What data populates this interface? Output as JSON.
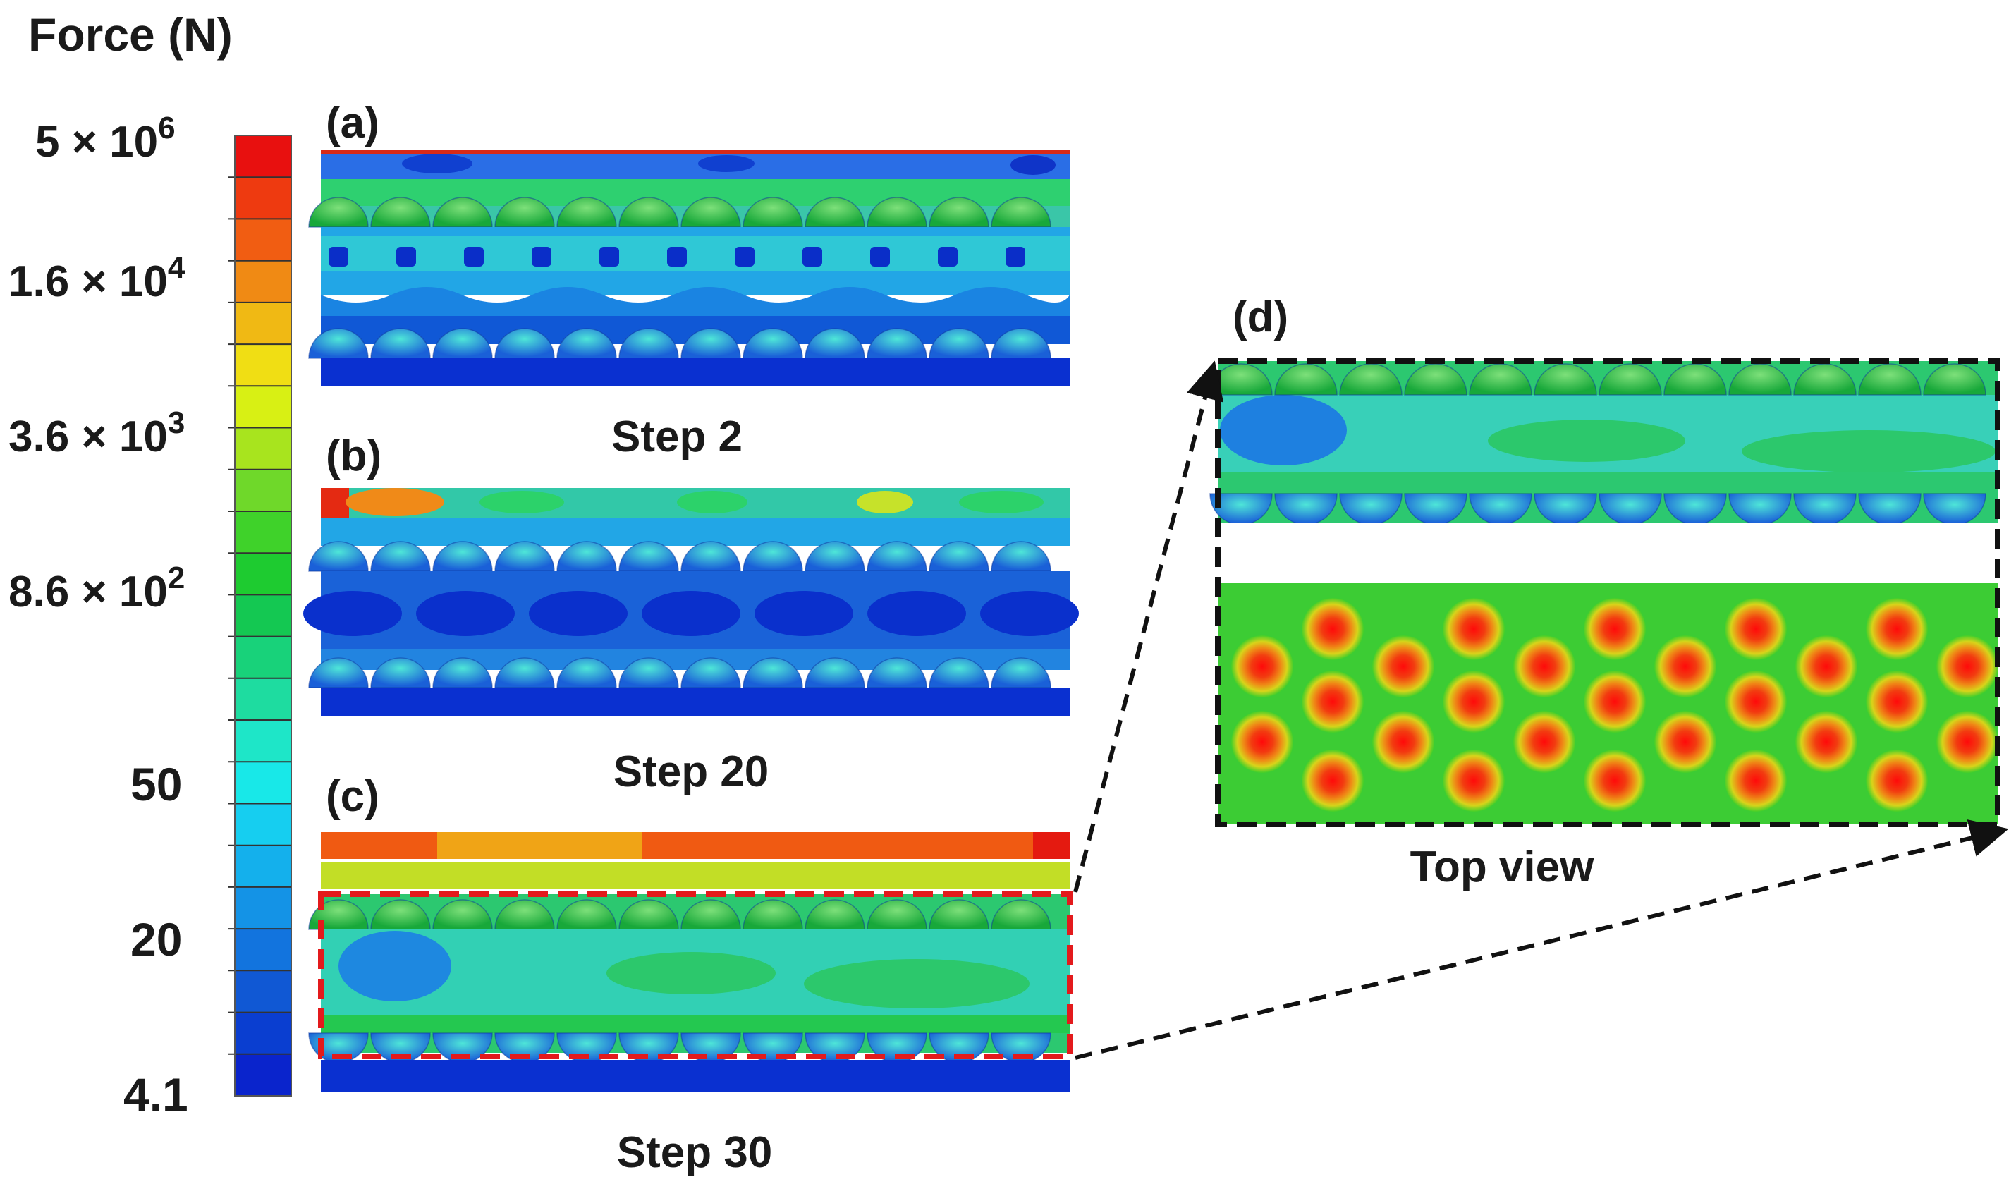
{
  "legend": {
    "title": "Force (N)",
    "ticks": [
      {
        "mant": "5 × 10",
        "exp": "6"
      },
      {
        "mant": "1.6 × 10",
        "exp": "4"
      },
      {
        "mant": "3.6 × 10",
        "exp": "3"
      },
      {
        "mant": "8.6 × 10",
        "exp": "2"
      },
      {
        "mant": "50",
        "exp": ""
      },
      {
        "mant": "20",
        "exp": ""
      },
      {
        "mant": "4.1",
        "exp": ""
      }
    ],
    "colors": [
      "#e8100f",
      "#ee3a10",
      "#f15d12",
      "#f08a14",
      "#f0b914",
      "#f0de14",
      "#d8f014",
      "#a8e41e",
      "#6fd82a",
      "#3fd22a",
      "#1ecb30",
      "#14c852",
      "#18d27a",
      "#1edca0",
      "#1ee6c8",
      "#18e8e8",
      "#16cef0",
      "#14b0ec",
      "#1493e6",
      "#1274de",
      "#1058d4",
      "#0a3ed0",
      "#0a24cc"
    ]
  },
  "panels": {
    "a": {
      "tag": "(a)",
      "caption": "Step 2"
    },
    "b": {
      "tag": "(b)",
      "caption": "Step 20"
    },
    "c": {
      "tag": "(c)",
      "caption": "Step 30"
    },
    "d": {
      "tag": "(d)",
      "caption": "Top view"
    }
  },
  "colors": {
    "zoom_box": "#e31a1c",
    "detail_box": "#111111",
    "arrow": "#111111"
  }
}
